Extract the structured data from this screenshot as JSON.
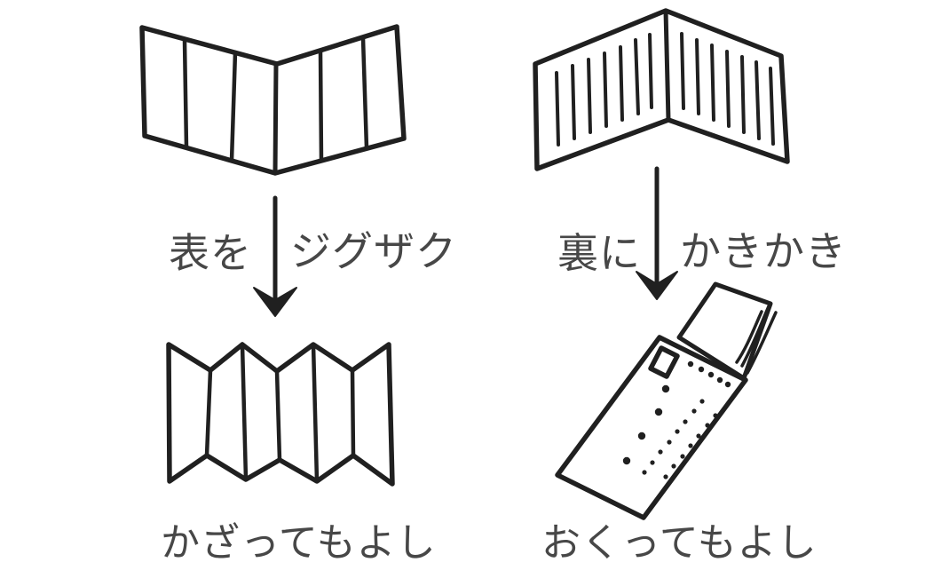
{
  "illustration": {
    "left_flow": {
      "step_label_left": "表を",
      "step_label_right": "ジグザク",
      "caption": "かざってもよし",
      "top_drawing": "unfolded-card-front",
      "bottom_drawing": "zigzag-accordion-folded-card",
      "panel_count": 6
    },
    "right_flow": {
      "step_label_left": "裏に",
      "step_label_right": "かきかき",
      "caption": "おくってもよし",
      "top_drawing": "unfolded-card-back-with-writing-lines",
      "bottom_drawing": "envelope-with-folded-letter",
      "writing_lines_per_panel": 7
    },
    "icons": {
      "left_arrow": "down-arrow-icon",
      "right_arrow": "down-arrow-icon",
      "stamp": "postage-stamp-icon"
    },
    "colors": {
      "background": "#ffffff",
      "ink": "#202020",
      "text": "#474747"
    }
  }
}
